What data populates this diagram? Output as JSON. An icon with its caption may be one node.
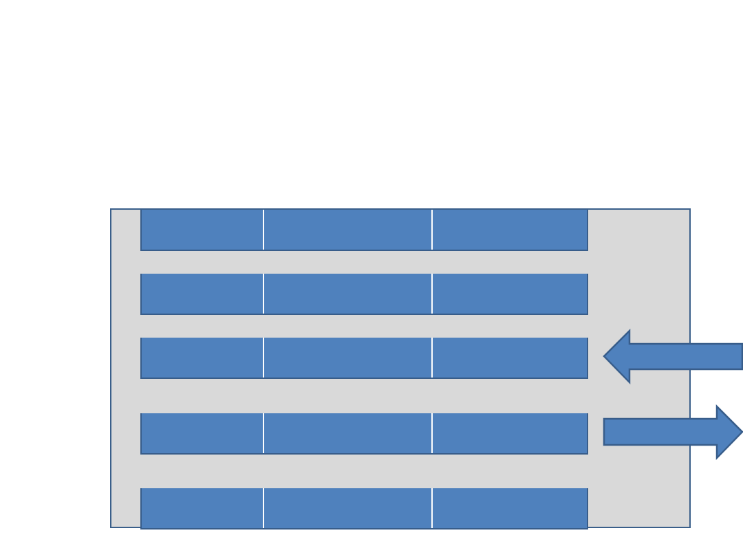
{
  "diagram": {
    "nodes": [
      {
        "text": [],
        "shape": "box"
      },
      {
        "text": [],
        "shape": "bar",
        "in": 0
      },
      {
        "text": [],
        "shape": "bar",
        "in": 0
      },
      {
        "text": [],
        "shape": "bar",
        "in": 0
      },
      {
        "text": [],
        "shape": "bar",
        "in": 0
      },
      {
        "text": [],
        "shape": "bar",
        "in": 0
      }
    ]
  }
}
